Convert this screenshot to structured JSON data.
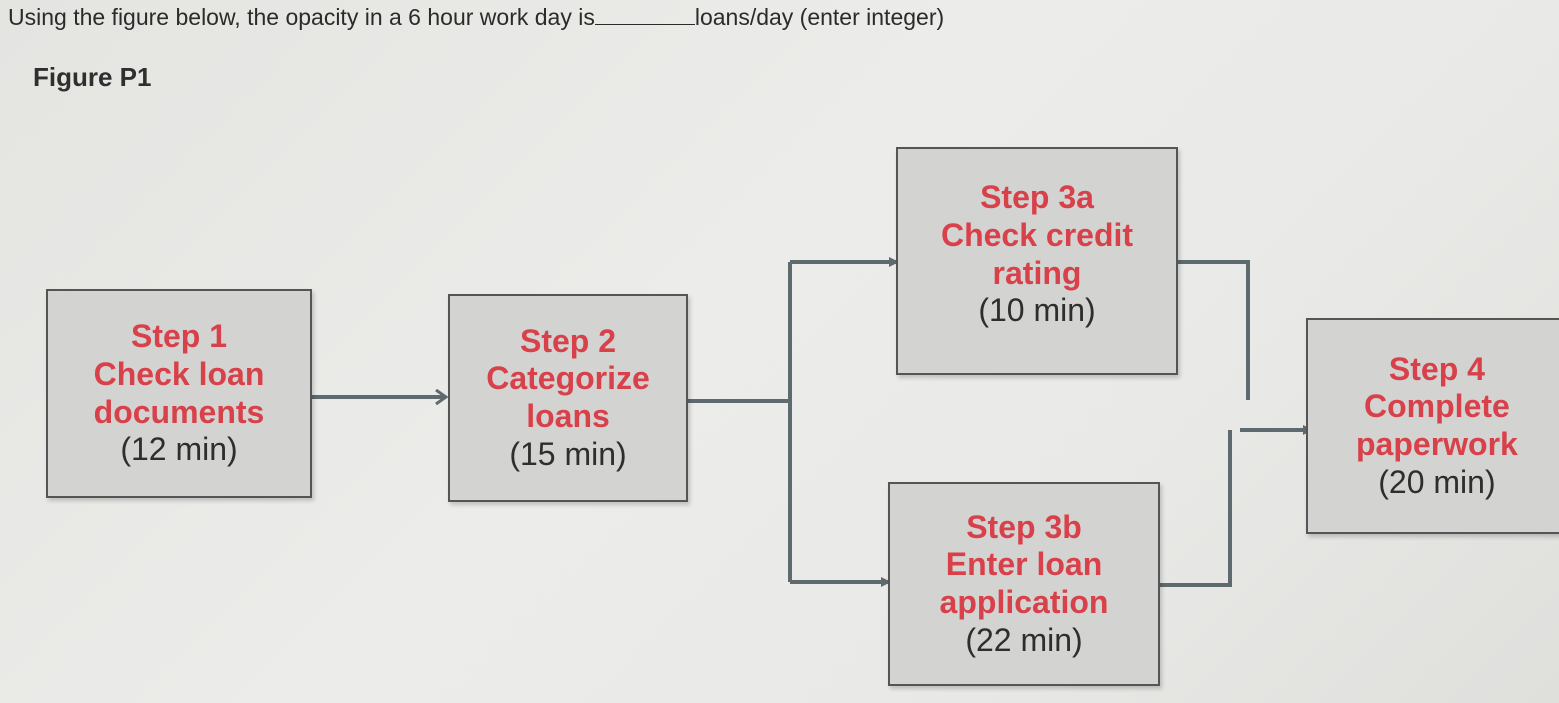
{
  "question": {
    "before_blank": "Using the figure below, the opacity in a 6 hour work day is",
    "after_blank": "loans/day (enter integer)"
  },
  "figure_title": "Figure P1",
  "steps": {
    "step1": {
      "lines": [
        "Step 1",
        "Check loan",
        "documents"
      ],
      "time": "(12 min)"
    },
    "step2": {
      "lines": [
        "Step 2",
        "Categorize",
        "loans"
      ],
      "time": "(15 min)"
    },
    "step3a": {
      "lines": [
        "Step 3a",
        "Check credit",
        "rating"
      ],
      "time": "(10 min)"
    },
    "step3b": {
      "lines": [
        "Step 3b",
        "Enter loan",
        "application"
      ],
      "time": "(22 min)"
    },
    "step4": {
      "lines": [
        "Step 4",
        "Complete",
        "paperwork"
      ],
      "time": "(20 min)"
    }
  },
  "colors": {
    "step_label": "#d8404a",
    "box_fill": "#d3d3d1",
    "connector": "#5f6a6e"
  }
}
